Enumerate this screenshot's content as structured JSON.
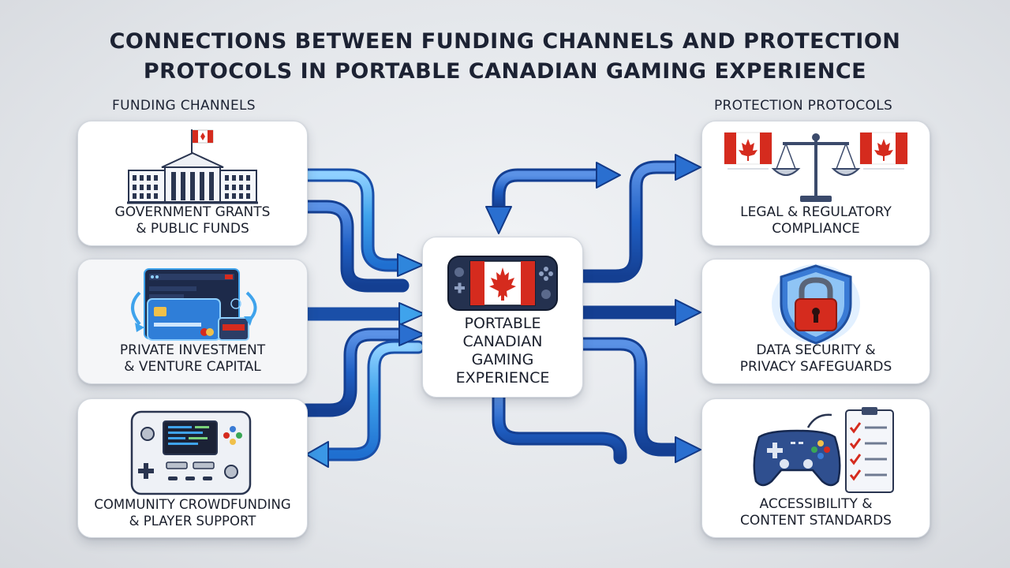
{
  "title": {
    "line1": "CONNECTIONS BETWEEN FUNDING CHANNELS AND PROTECTION",
    "line2": "PROTOCOLS IN PORTABLE CANADIAN GAMING EXPERIENCE"
  },
  "sections": {
    "funding": "FUNDING CHANNELS",
    "protection": "PROTECTION PROTOCOLS"
  },
  "funding_channels": [
    {
      "line1": "GOVERNMENT GRANTS",
      "line2": "& PUBLIC FUNDS"
    },
    {
      "line1": "PRIVATE INVESTMENT",
      "line2": "& VENTURE CAPITAL"
    },
    {
      "line1": "COMMUNITY CROWDFUNDING",
      "line2": "& PLAYER SUPPORT"
    }
  ],
  "center": {
    "line1": "PORTABLE",
    "line2": "CANADIAN",
    "line3": "GAMING",
    "line4": "EXPERIENCE"
  },
  "protection_protocols": [
    {
      "line1": "LEGAL & REGULATORY",
      "line2": "COMPLIANCE"
    },
    {
      "line1": "DATA SECURITY &",
      "line2": "PRIVACY SAFEGUARDS"
    },
    {
      "line1": "ACCESSIBILITY &",
      "line2": "CONTENT STANDARDS"
    }
  ],
  "colors": {
    "arrow_light": "#3fa3ec",
    "arrow_dark": "#1f5fc4",
    "canada_red": "#d52b1e",
    "text": "#1c2233"
  }
}
